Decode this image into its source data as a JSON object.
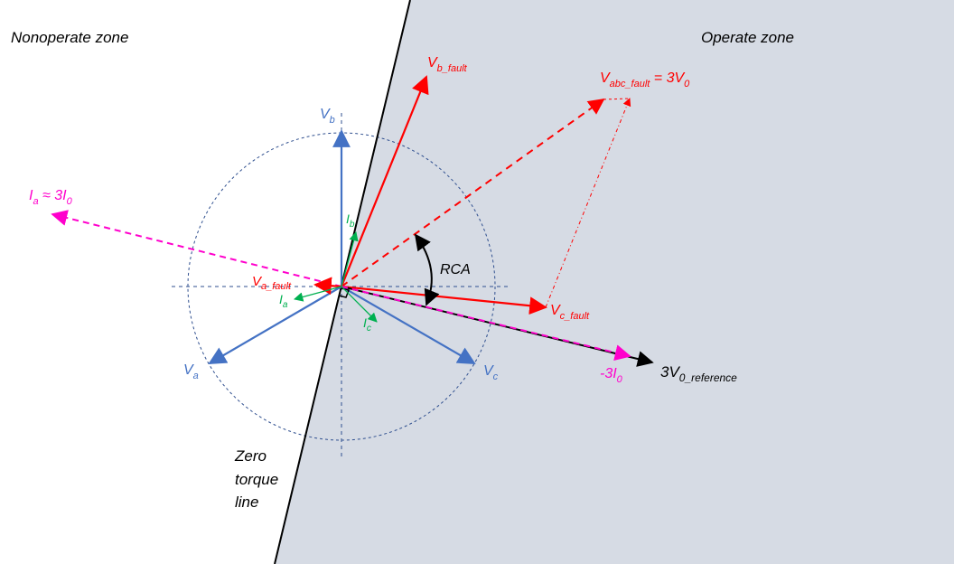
{
  "zones": {
    "nonoperate": "Nonoperate zone",
    "operate": "Operate zone"
  },
  "zero_torque_line": [
    "Zero",
    "torque",
    "line"
  ],
  "labels": {
    "Vb": {
      "main": "V",
      "sub": "b"
    },
    "Va": {
      "main": "V",
      "sub": "a"
    },
    "Vc": {
      "main": "V",
      "sub": "c"
    },
    "Ia_3I0": {
      "main": "I",
      "sub": "a",
      "tail": " ≈ 3I",
      "tail_sub": "0"
    },
    "Vb_fault": {
      "main": "V",
      "sub": "b_fault"
    },
    "Vabc": {
      "main": "V",
      "sub": "abc_fault",
      "tail": " = 3V",
      "tail_sub": "0"
    },
    "Va_fault": {
      "main": "V",
      "sub": "a_fault"
    },
    "Vc_fault": {
      "main": "V",
      "sub": "c_fault"
    },
    "Ia": {
      "main": "I",
      "sub": "a"
    },
    "Ib": {
      "main": "I",
      "sub": "b"
    },
    "Ic": {
      "main": "I",
      "sub": "c"
    },
    "RCA": {
      "main": "RCA"
    },
    "neg3I0": {
      "main": "-3I",
      "sub": "0"
    },
    "ref": {
      "main": "3V",
      "sub": "0_reference"
    }
  },
  "colors": {
    "operate_fill": "#d6dbe4",
    "balanced": "#4472c4",
    "fault": "#ff0000",
    "current": "#00b050",
    "residual_current": "#ff00cc",
    "reference": "#000000",
    "circle": "#2f4f8f"
  },
  "icons": {
    "right_angle": "right-angle-marker",
    "rca_arc": "double-arrow-arc"
  }
}
